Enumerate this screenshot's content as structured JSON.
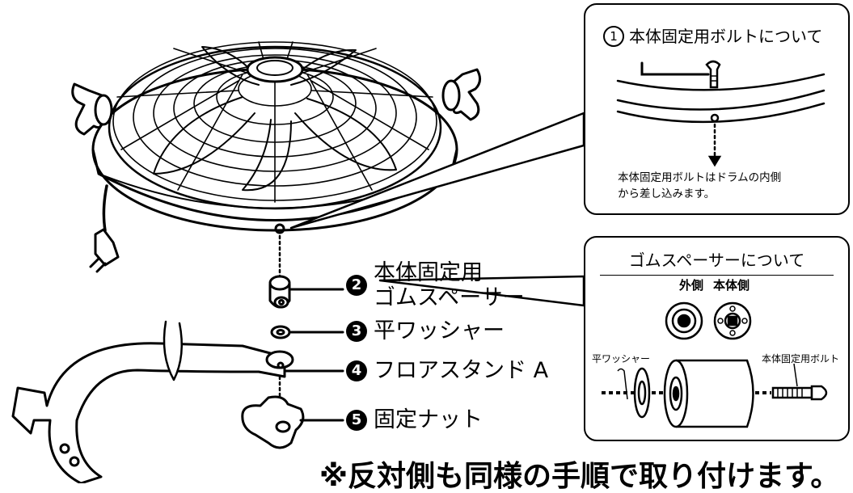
{
  "callout_bolt": {
    "number": "1",
    "title": "本体固定用ボルトについて",
    "note_line1": "本体固定用ボルトはドラムの内側",
    "note_line2": "から差し込みます。"
  },
  "callout_spacer": {
    "title": "ゴムスペーサーについて",
    "label_outer": "外側",
    "label_body": "本体側",
    "label_washer": "平ワッシャー",
    "label_bolt": "本体固定用ボルト"
  },
  "parts": [
    {
      "number": "2",
      "line1": "本体固定用",
      "line2": "ゴムスペーサー"
    },
    {
      "number": "3",
      "label": "平ワッシャー"
    },
    {
      "number": "4",
      "label": "フロアスタンド A"
    },
    {
      "number": "5",
      "label": "固定ナット"
    }
  ],
  "footer_note": "※反対側も同様の手順で取り付けます。"
}
